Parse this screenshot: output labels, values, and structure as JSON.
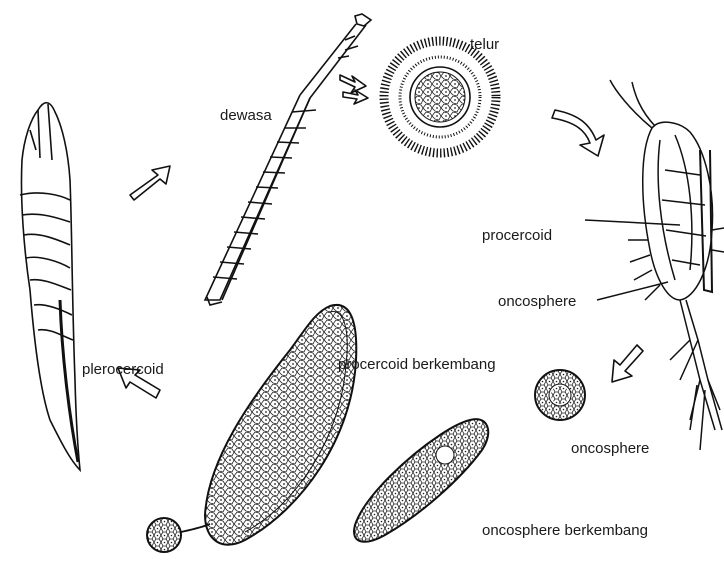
{
  "labels": {
    "egg": "telur",
    "adult": "dewasa",
    "procercoid": "procercoid",
    "oncosphere_in_copepod": "oncosphere",
    "plerocercoid": "plerocercoid",
    "developing_procercoid": "procercoid berkembang",
    "free_oncosphere": "oncosphere",
    "developing_oncosphere": "oncosphere berkembang"
  },
  "icons": {
    "egg": "egg-icon",
    "adult": "adult-worm-icon",
    "copepod": "copepod-icon",
    "plerocercoid": "plerocercoid-icon",
    "procercoid": "developing-procercoid-icon",
    "oncosphere": "oncosphere-icon",
    "arrows": "cycle-arrow-icon"
  }
}
